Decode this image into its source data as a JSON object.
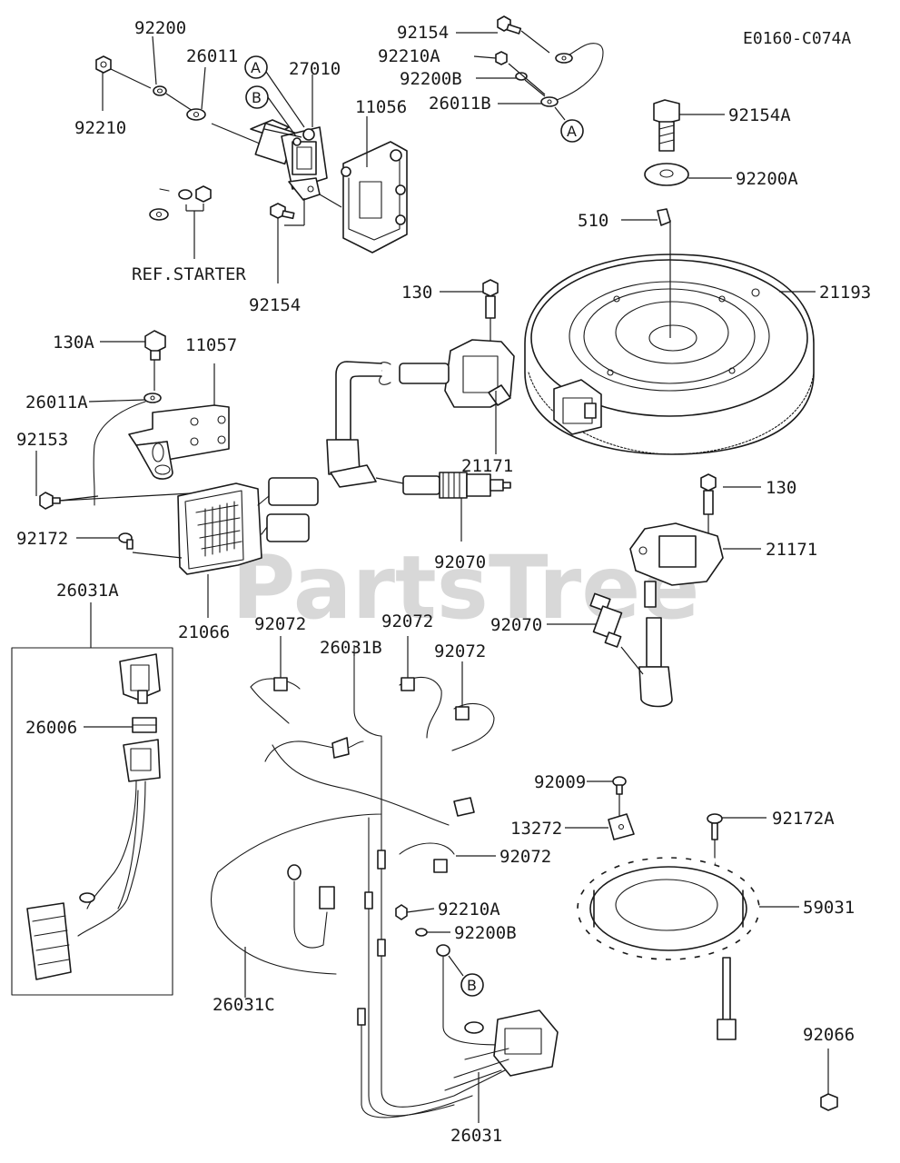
{
  "diagram_code": "E0160-C074A",
  "watermark": "PartsTree",
  "ref_note": "REF.STARTER",
  "callout_a": "A",
  "callout_b": "B",
  "labels": {
    "p92200": "92200",
    "p26011": "26011",
    "p92210": "92210",
    "p27010": "27010",
    "p11056": "11056",
    "p92154_top": "92154",
    "p92154": "92154",
    "p92210A_top": "92210A",
    "p92200B_top": "92200B",
    "p26011B": "26011B",
    "p92154A": "92154A",
    "p92200A": "92200A",
    "p510": "510",
    "p130_top": "130",
    "p21193": "21193",
    "p130A": "130A",
    "p11057": "11057",
    "p26011A": "26011A",
    "p92153": "92153",
    "p21171_top": "21171",
    "p92172": "92172",
    "p92070_center": "92070",
    "p26031A": "26031A",
    "p21066": "21066",
    "p92072_a": "92072",
    "p92072_b": "92072",
    "p92072_c": "92072",
    "p26031B": "26031B",
    "p130_right": "130",
    "p21171_right": "21171",
    "p92070_right": "92070",
    "p26006": "26006",
    "p92009": "92009",
    "p13272": "13272",
    "p92172A": "92172A",
    "p92072_d": "92072",
    "p59031": "59031",
    "p92210A_bottom": "92210A",
    "p92200B_bottom": "92200B",
    "p26031C": "26031C",
    "p92066": "92066",
    "p26031": "26031"
  }
}
